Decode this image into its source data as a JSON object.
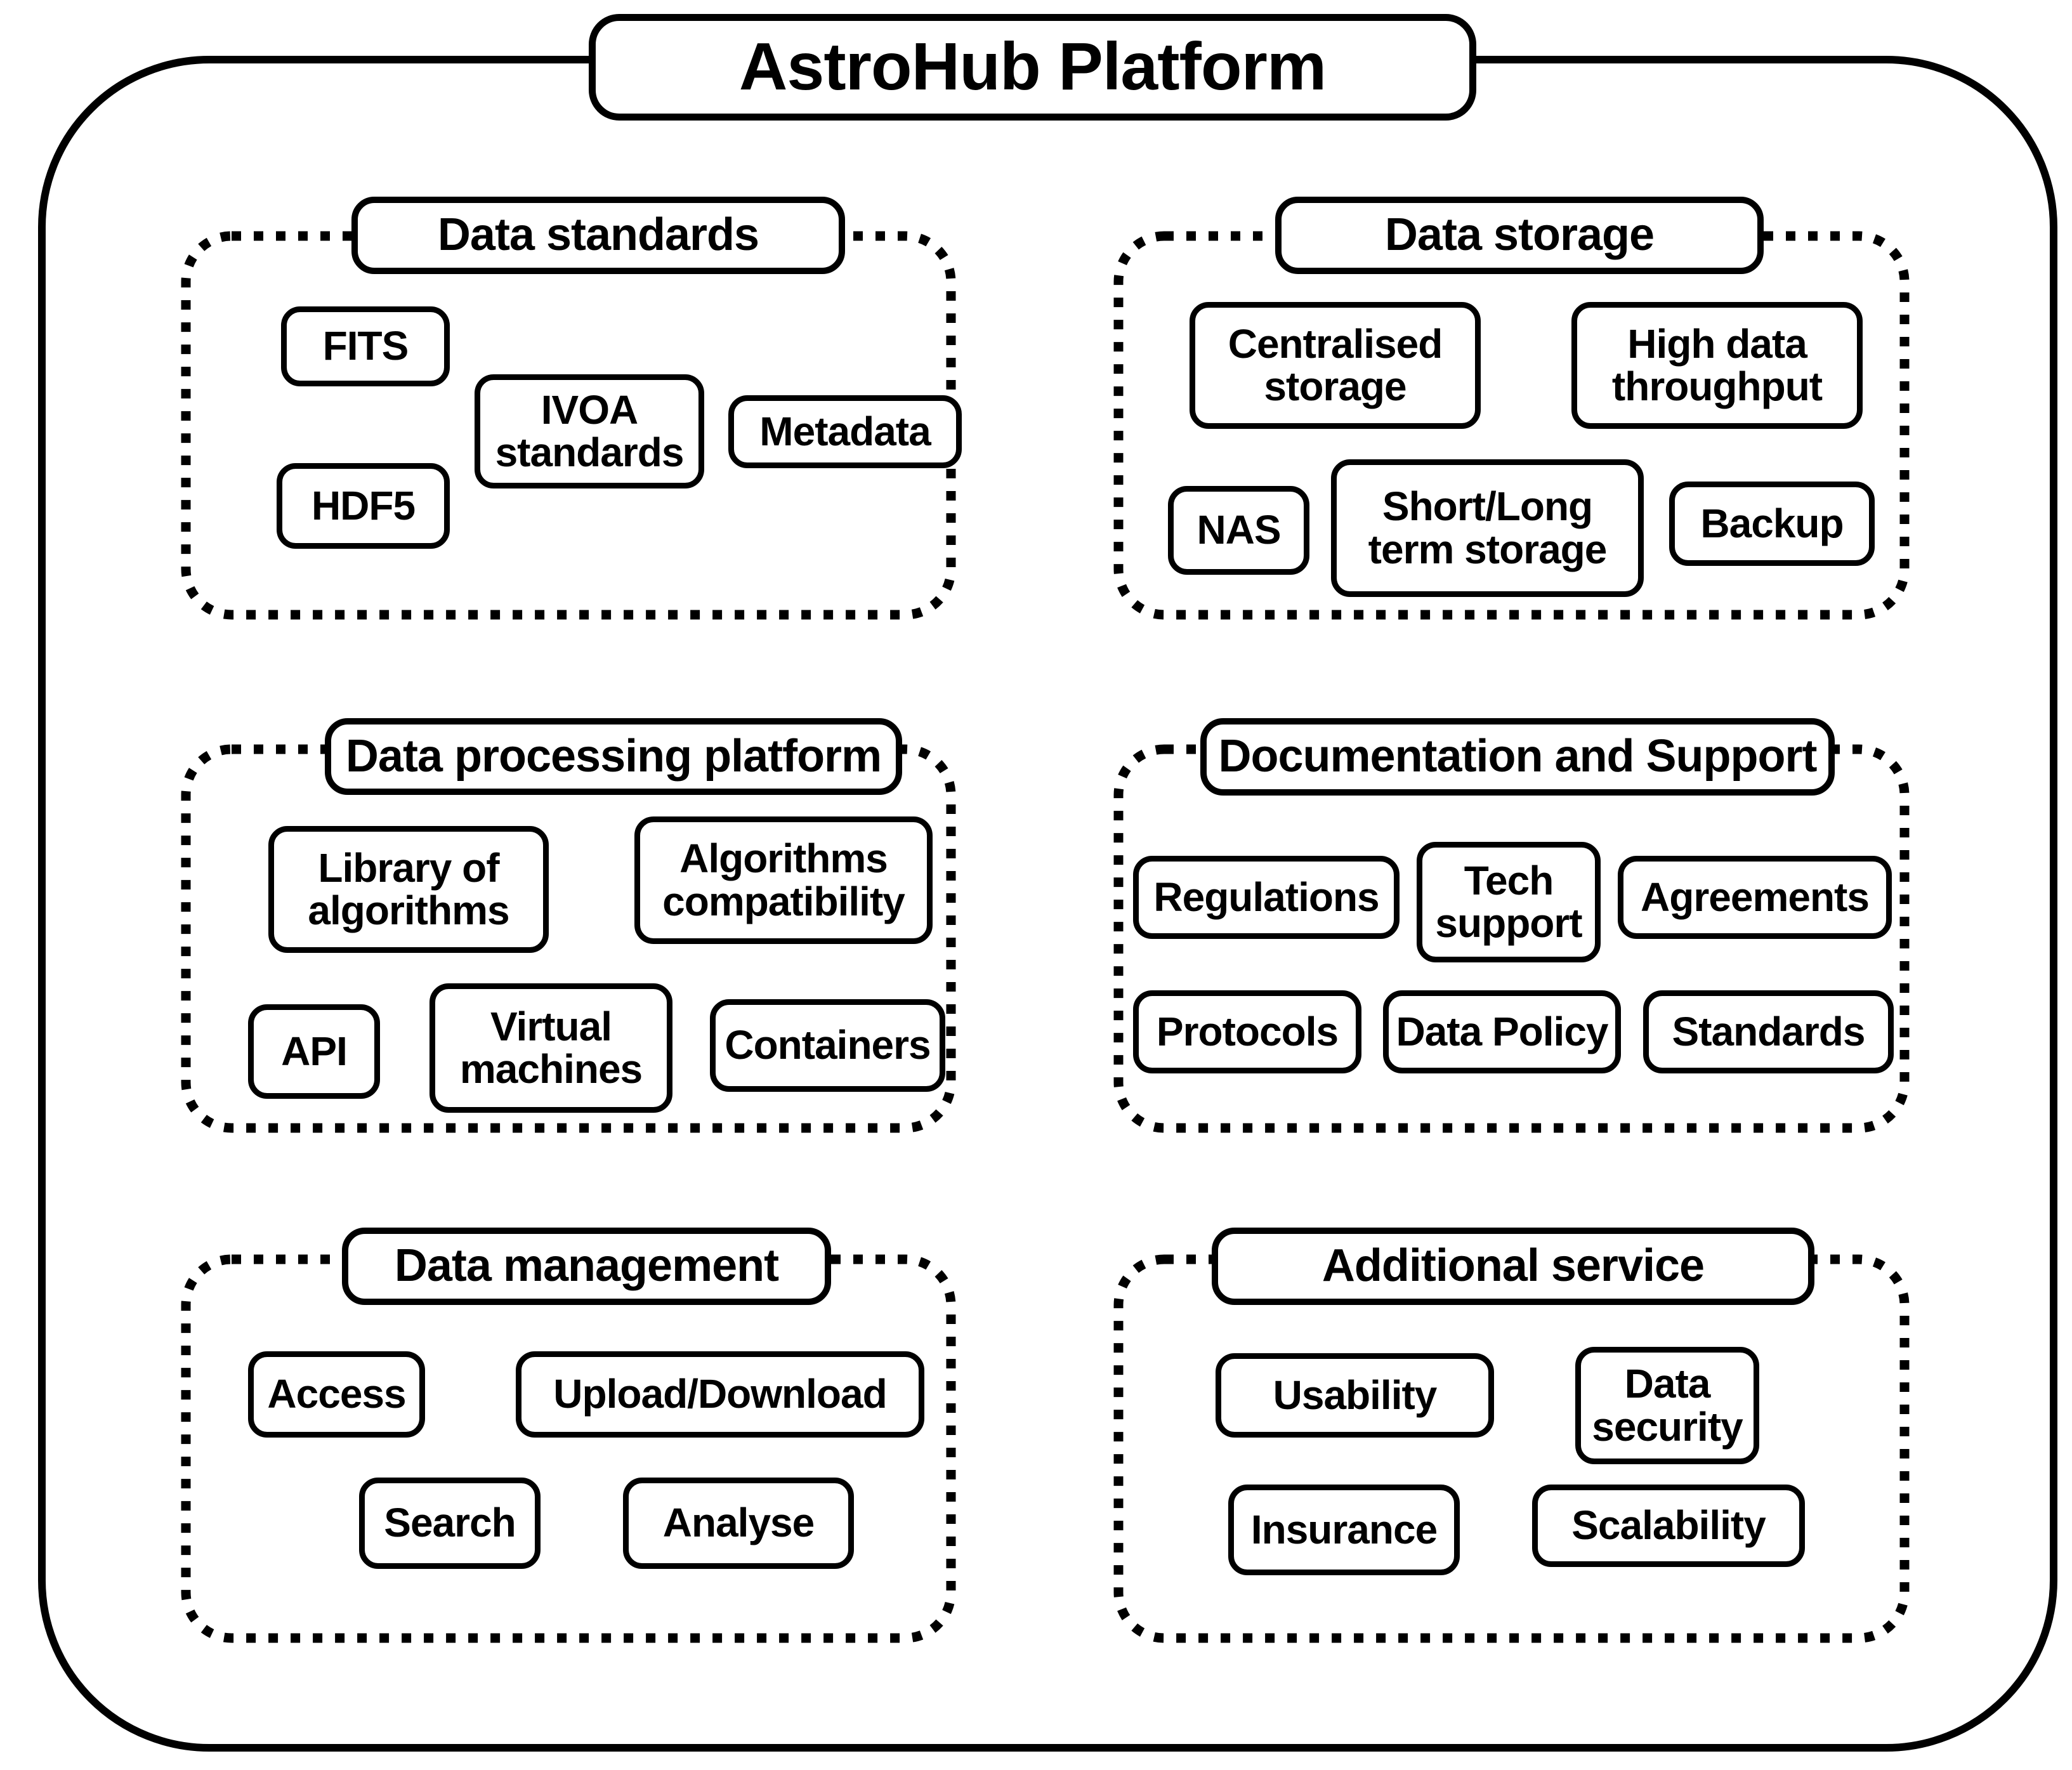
{
  "diagram": {
    "title": "AstroHub Platform",
    "sections": [
      {
        "title": "Data standards",
        "items": [
          "FITS",
          "IVOA\nstandards",
          "Metadata",
          "HDF5"
        ]
      },
      {
        "title": "Data storage",
        "items": [
          "Centralised\nstorage",
          "High data\nthroughput",
          "NAS",
          "Short/Long\nterm storage",
          "Backup"
        ]
      },
      {
        "title": "Data processing platform",
        "items": [
          "Library of\nalgorithms",
          "Algorithms\ncompatibility",
          "API",
          "Virtual\nmachines",
          "Containers"
        ]
      },
      {
        "title": "Documentation and Support",
        "items": [
          "Regulations",
          "Tech\nsupport",
          "Agreements",
          "Protocols",
          "Data Policy",
          "Standards"
        ]
      },
      {
        "title": "Data management",
        "items": [
          "Access",
          "Upload/Download",
          "Search",
          "Analyse"
        ]
      },
      {
        "title": "Additional service",
        "items": [
          "Usability",
          "Data\nsecurity",
          "Insurance",
          "Scalability"
        ]
      }
    ]
  }
}
